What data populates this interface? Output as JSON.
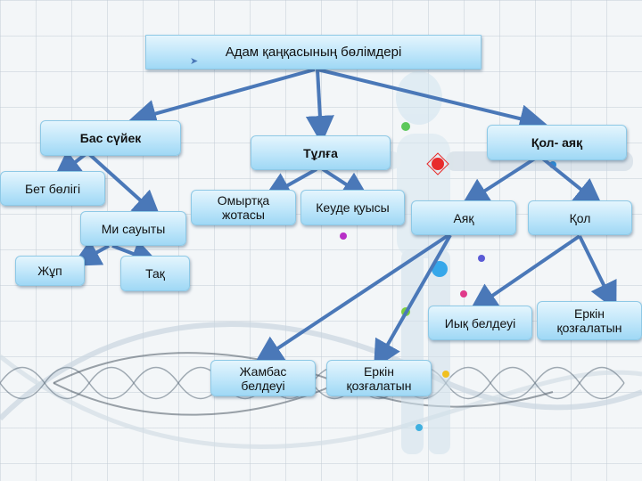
{
  "diagram": {
    "title": "Адам қаңқасының бөлімдері",
    "colors": {
      "arrow": "#4a78b8",
      "node_fill_top": "#e4f5fd",
      "node_fill_bottom": "#9fd8f5",
      "node_border": "#8ec9e6"
    },
    "nodes": {
      "root": "Адам қаңқасының бөлімдері",
      "bas_suiek": "Бас сүйек",
      "bet_boligi": "Бет бөлігі",
      "mi_sauyty": "Ми сауыты",
      "zhup": "Жұп",
      "tak": "Тақ",
      "tulga": "Тұлға",
      "omyrtka": "Омыртқа\nжотасы",
      "keude": "Кеуде қуысы",
      "kol_ayak": "Қол- аяқ",
      "ayak": "Аяқ",
      "kol": "Қол",
      "iyk_beldeui": "Иық белдеуі",
      "erkin_kol": "Еркін\nқозғалатын",
      "zhambas": "Жамбас\nбелдеуі",
      "erkin_ayak": "Еркін\nқозғалатын"
    },
    "edges": [
      [
        "root",
        "bas_suiek"
      ],
      [
        "root",
        "tulga"
      ],
      [
        "root",
        "kol_ayak"
      ],
      [
        "bas_suiek",
        "bet_boligi"
      ],
      [
        "bas_suiek",
        "mi_sauyty"
      ],
      [
        "mi_sauyty",
        "zhup"
      ],
      [
        "mi_sauyty",
        "tak"
      ],
      [
        "tulga",
        "omyrtka"
      ],
      [
        "tulga",
        "keude"
      ],
      [
        "kol_ayak",
        "ayak"
      ],
      [
        "kol_ayak",
        "kol"
      ],
      [
        "kol",
        "iyk_beldeui"
      ],
      [
        "kol",
        "erkin_kol"
      ],
      [
        "ayak",
        "zhambas"
      ],
      [
        "ayak",
        "erkin_ayak"
      ]
    ]
  }
}
